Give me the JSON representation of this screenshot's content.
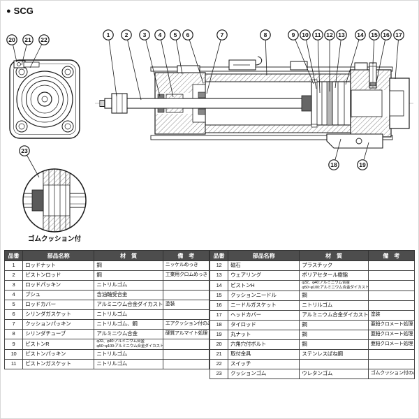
{
  "header": {
    "bullet": "●",
    "series": "SCG"
  },
  "diagram": {
    "detail_label": "ゴムクッション付",
    "balloons": [
      "1",
      "2",
      "3",
      "4",
      "5",
      "6",
      "7",
      "8",
      "9",
      "10",
      "11",
      "12",
      "13",
      "14",
      "15",
      "16",
      "17",
      "18",
      "19",
      "20",
      "21",
      "22",
      "23"
    ]
  },
  "tables": {
    "headers": [
      "品番",
      "部品名称",
      "材　質",
      "備　考"
    ],
    "left_rows": [
      {
        "no": "1",
        "name": "ロッドナット",
        "material": "鋼",
        "note": "ニッケルめっき"
      },
      {
        "no": "2",
        "name": "ピストンロッド",
        "material": "鋼",
        "note": "工業用クロムめっき"
      },
      {
        "no": "3",
        "name": "ロッドパッキン",
        "material": "ニトリルゴム",
        "note": ""
      },
      {
        "no": "4",
        "name": "ブシュ",
        "material": "含油軸受合金",
        "note": ""
      },
      {
        "no": "5",
        "name": "ロッドカバー",
        "material": "アルミニウム合金ダイカスト",
        "note": "塗装"
      },
      {
        "no": "6",
        "name": "シリンダガスケット",
        "material": "ニトリルゴム",
        "note": ""
      },
      {
        "no": "7",
        "name": "クッションパッキン",
        "material": "ニトリルゴム、鋼",
        "note": "エアクッション付のみ"
      },
      {
        "no": "8",
        "name": "シリンダチューブ",
        "material": "アルミニウム合金",
        "note": "硬質アルマイト処理"
      },
      {
        "no": "9",
        "name": "ピストンR",
        "material_lines": [
          "φ32、φ40:アルミニウム合金",
          "φ50~φ100:アルミニウム合金ダイカスト"
        ],
        "note": ""
      },
      {
        "no": "10",
        "name": "ピストンパッキン",
        "material": "ニトリルゴム",
        "note": ""
      },
      {
        "no": "11",
        "name": "ピストンガスケット",
        "material": "ニトリルゴム",
        "note": ""
      }
    ],
    "right_rows": [
      {
        "no": "12",
        "name": "磁石",
        "material": "プラスチック",
        "note": ""
      },
      {
        "no": "13",
        "name": "ウェアリング",
        "material": "ポリアセタール樹脂",
        "note": ""
      },
      {
        "no": "14",
        "name": "ピストンH",
        "material_lines": [
          "φ32、φ40:アルミニウム合金",
          "φ50~φ100:アルミニウム合金ダイカスト"
        ],
        "note": ""
      },
      {
        "no": "15",
        "name": "クッションニードル",
        "material": "鋼",
        "note": ""
      },
      {
        "no": "16",
        "name": "ニードルガスケット",
        "material": "ニトリルゴム",
        "note": ""
      },
      {
        "no": "17",
        "name": "ヘッドカバー",
        "material": "アルミニウム合金ダイカスト",
        "note": "塗装"
      },
      {
        "no": "18",
        "name": "タイロッド",
        "material": "鋼",
        "note": "亜鉛クロメート処理"
      },
      {
        "no": "19",
        "name": "丸ナット",
        "material": "鋼",
        "note": "亜鉛クロメート処理"
      },
      {
        "no": "20",
        "name": "六角穴付ボルト",
        "material": "鋼",
        "note": "亜鉛クロメート処理"
      },
      {
        "no": "21",
        "name": "取付金具",
        "material": "ステンレスばね鋼",
        "note": ""
      },
      {
        "no": "22",
        "name": "スイッチ",
        "material": "",
        "note": ""
      },
      {
        "no": "23",
        "name": "クッションゴム",
        "material": "ウレタンゴム",
        "note": "ゴムクッション付のみ"
      }
    ]
  },
  "colors": {
    "header_bg": "#4d4d4d",
    "header_text": "#ffffff",
    "line_color": "#1a1a1a",
    "magnet_fill": "#b5b5b5"
  }
}
